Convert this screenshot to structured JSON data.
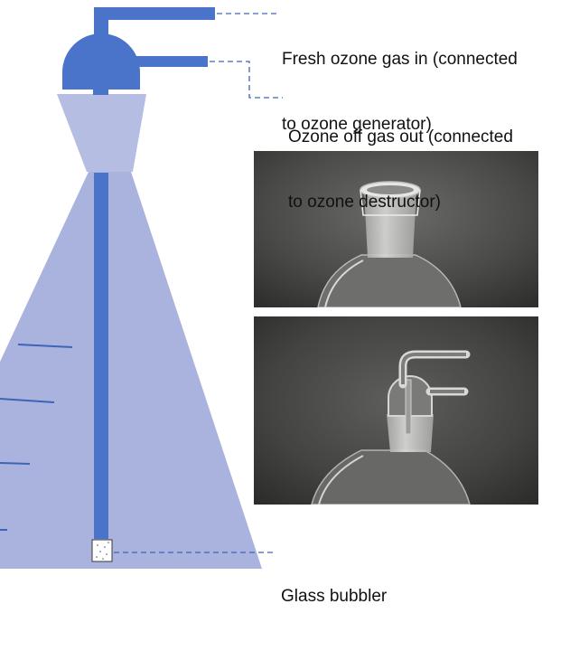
{
  "colors": {
    "flask_fill": "#aab3de",
    "neck_fill": "#b6bde3",
    "tube_blue": "#4a74c9",
    "leader_line": "#3f63b8",
    "scale_mark": "#3f63b8",
    "bubbler_fill": "#ffffff",
    "photo_bg": "#3c3c3b"
  },
  "labels": {
    "fresh_gas": [
      "Fresh ozone gas in (connected",
      "to ozone generator)"
    ],
    "off_gas": [
      "Ozone off gas out (connected",
      "to ozone destructor)"
    ],
    "bubbler": "Glass bubbler"
  },
  "photos": [
    {
      "subject": "glass flask neck with ground-glass joint, no adapter"
    },
    {
      "subject": "glass flask neck with bubbler adapter and two side tubes"
    }
  ]
}
